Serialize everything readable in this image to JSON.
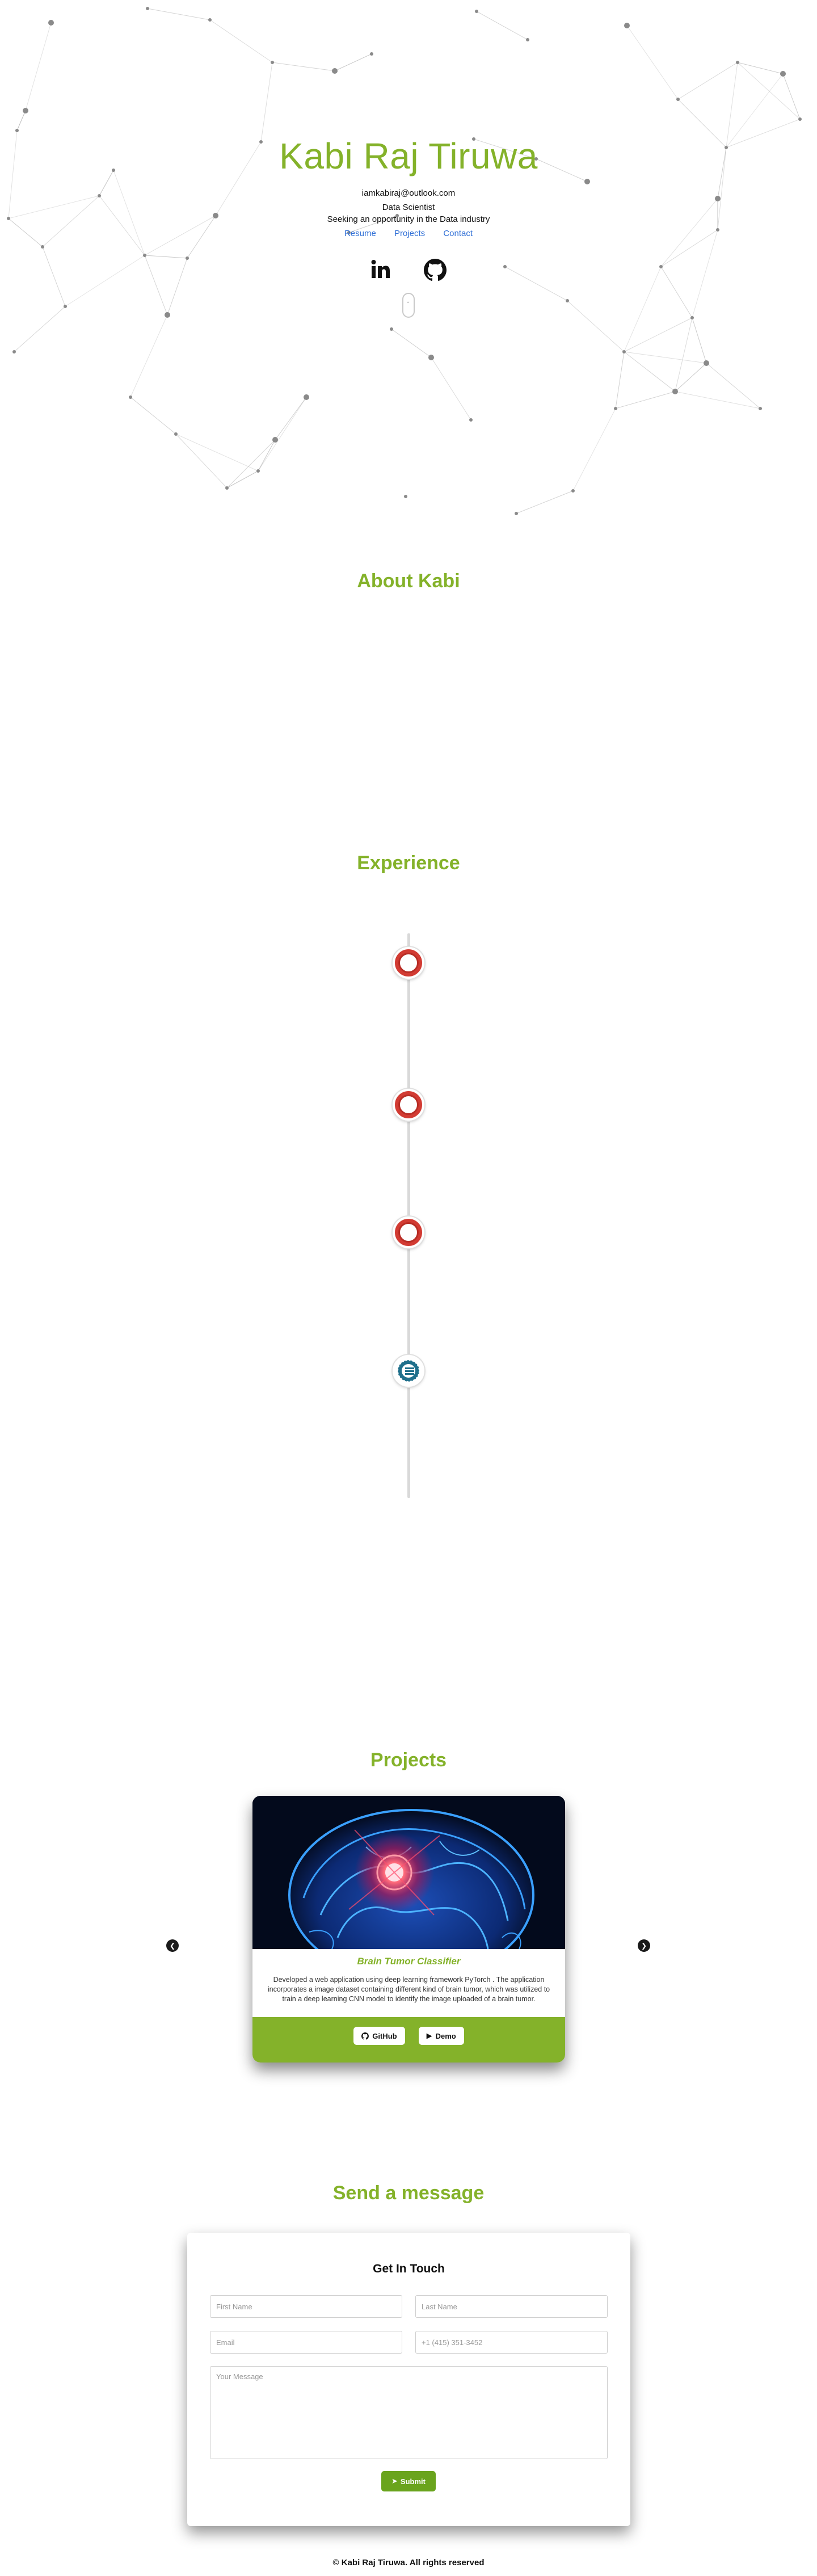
{
  "hero": {
    "name": "Kabi Raj Tiruwa",
    "email": "iamkabiraj@outlook.com",
    "role": "Data Scientist",
    "tagline": "Seeking an opportunity in the Data industry",
    "links": [
      "Resume",
      "Projects",
      "Contact"
    ],
    "socials": [
      "linkedin-icon",
      "github-icon"
    ]
  },
  "sections": {
    "about_title": "About Kabi",
    "experience_title": "Experience",
    "projects_title": "Projects",
    "contact_title": "Send a message"
  },
  "experience": {
    "nodes": [
      {
        "icon": "company-logo-icon",
        "color": "#d23b33"
      },
      {
        "icon": "company-logo-icon",
        "color": "#d23b33"
      },
      {
        "icon": "company-logo-icon",
        "color": "#d23b33"
      },
      {
        "icon": "company-logo-teal-icon",
        "color": "#1f6f8b"
      }
    ]
  },
  "project": {
    "title": "Brain Tumor Classifier",
    "description": "Developed a web application using deep learning framework PyTorch . The application incorporates a image dataset containing different kind of brain tumor, which was utilized to train a deep learning CNN model to identify the image uploaded of a brain tumor.",
    "github_label": "GitHub",
    "demo_label": "Demo",
    "image_icon": "brain-image",
    "prev_icon": "chevron-left-icon",
    "next_icon": "chevron-right-icon"
  },
  "contact": {
    "heading": "Get In Touch",
    "first_name_placeholder": "First Name",
    "last_name_placeholder": "Last Name",
    "email_placeholder": "Email",
    "phone_placeholder": "+1 (415) 351-3452",
    "message_placeholder": "Your Message",
    "submit_label": "Submit"
  },
  "footer": {
    "text": "© Kabi Raj Tiruwa. All rights reserved"
  },
  "colors": {
    "accent": "#84b22a",
    "link": "#2f6fd6",
    "submit": "#6aa41d",
    "node": "#d23b33"
  }
}
